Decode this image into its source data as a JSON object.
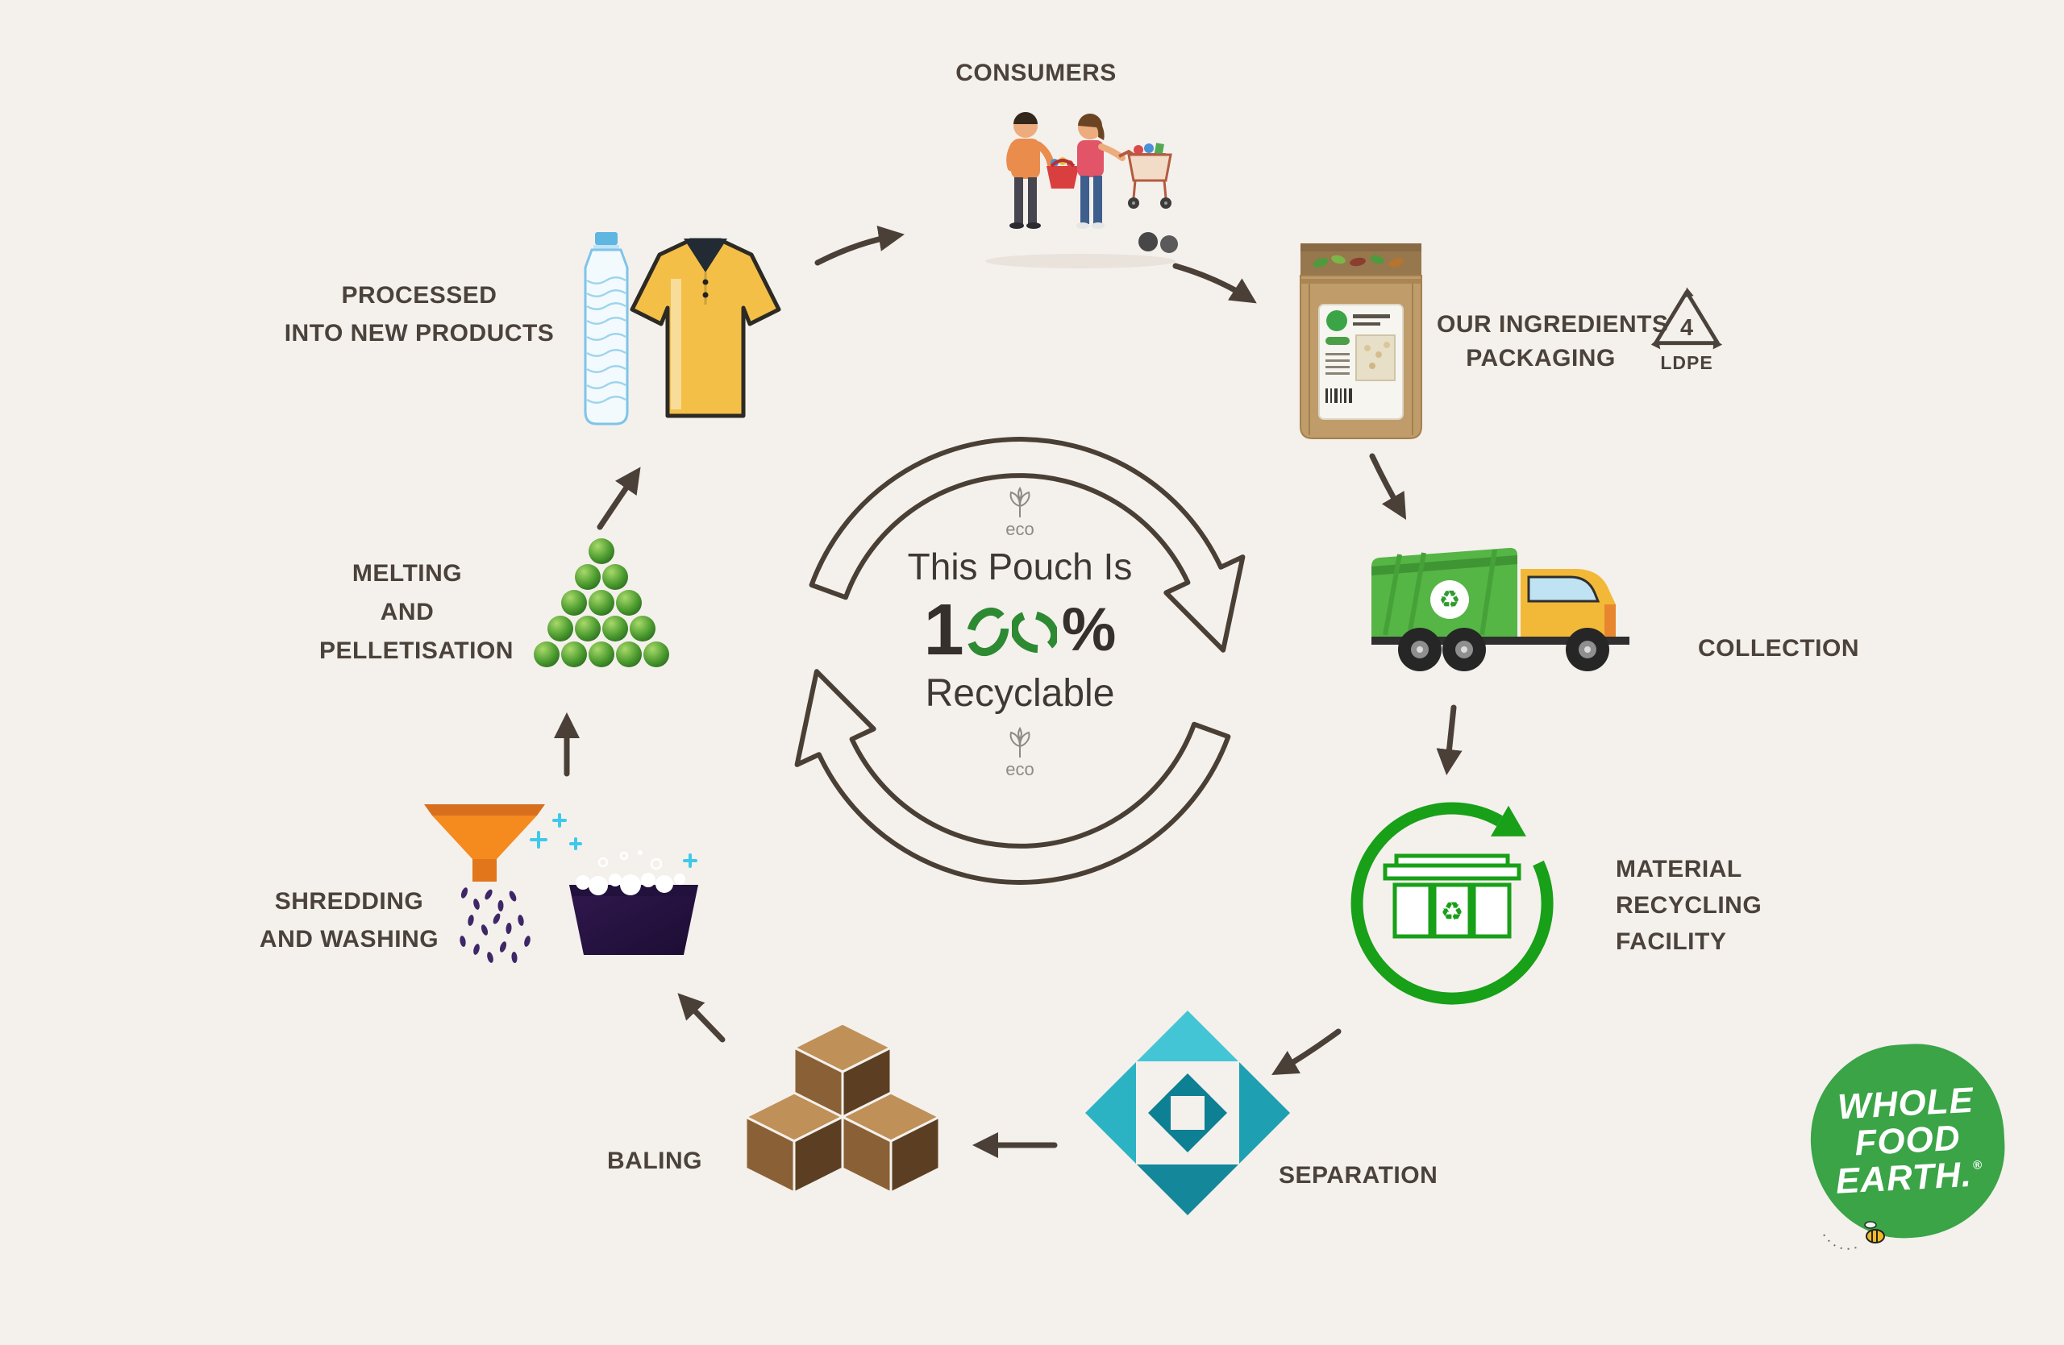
{
  "page": {
    "background": "#f4f0ec"
  },
  "colors": {
    "label": "#4a423b",
    "arrow": "#4a4038",
    "percent_green": "#2d8a33",
    "mrf_green": "#18a018",
    "separation_teal": "#2bb3c4",
    "logo_green": "#3aa447"
  },
  "center": {
    "eco_top": "eco",
    "line1": "This Pouch Is",
    "digit": "1",
    "percent_sign": "%",
    "line3": "Recyclable",
    "eco_bottom": "eco"
  },
  "icons": {
    "recycle": "♻"
  },
  "stages": {
    "consumers": {
      "label": "CONSUMERS"
    },
    "packaging": {
      "lines": [
        "OUR INGREDIENTS",
        "PACKAGING"
      ],
      "resin_number": "4",
      "resin_code": "LDPE"
    },
    "collection": {
      "label": "COLLECTION"
    },
    "mrf": {
      "lines": [
        "MATERIAL",
        "RECYCLING",
        "FACILITY"
      ]
    },
    "separation": {
      "label": "SEPARATION"
    },
    "baling": {
      "label": "BALING"
    },
    "shredding": {
      "lines": [
        "SHREDDING",
        "AND WASHING"
      ]
    },
    "melting": {
      "lines": [
        "MELTING",
        "AND",
        "PELLETISATION"
      ]
    },
    "new_products": {
      "lines": [
        "PROCESSED",
        "INTO NEW PRODUCTS"
      ]
    }
  },
  "logo": {
    "lines": [
      "WHOLE",
      "FOOD",
      "EARTH."
    ],
    "registered": "®"
  }
}
